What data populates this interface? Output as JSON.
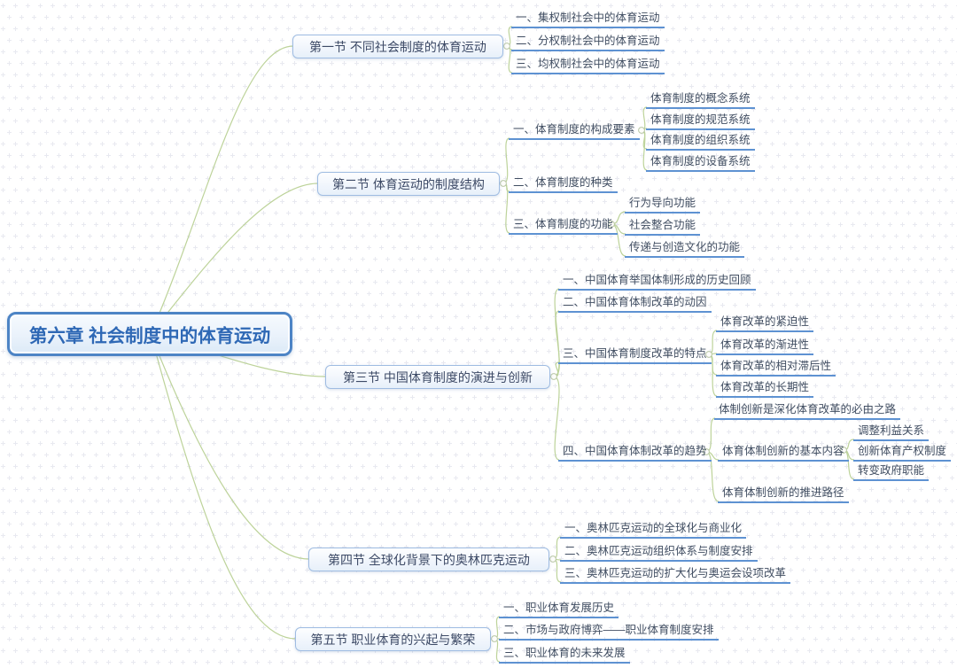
{
  "root": {
    "label": "第六章 社会制度中的体育运动"
  },
  "colors": {
    "root_border": "#4d84c5",
    "root_text": "#2e68b5",
    "section_border": "#9fbce2",
    "section_text": "#3d4a66",
    "branch_line": "#bdd39a",
    "topic_underline": "#5e92d2",
    "topic_text": "#414e62"
  },
  "sections": [
    {
      "label": "第一节 不同社会制度的体育运动",
      "children": [
        {
          "label": "一、集权制社会中的体育运动"
        },
        {
          "label": "二、分权制社会中的体育运动"
        },
        {
          "label": "三、均权制社会中的体育运动"
        }
      ]
    },
    {
      "label": "第二节 体育运动的制度结构",
      "children": [
        {
          "label": "一、体育制度的构成要素",
          "children": [
            {
              "label": "体育制度的概念系统"
            },
            {
              "label": "体育制度的规范系统"
            },
            {
              "label": "体育制度的组织系统"
            },
            {
              "label": "体育制度的设备系统"
            }
          ]
        },
        {
          "label": "二、体育制度的种类"
        },
        {
          "label": "三、体育制度的功能",
          "children": [
            {
              "label": "行为导向功能"
            },
            {
              "label": "社会整合功能"
            },
            {
              "label": "传递与创造文化的功能"
            }
          ]
        }
      ]
    },
    {
      "label": "第三节 中国体育制度的演进与创新",
      "children": [
        {
          "label": "一、中国体育举国体制形成的历史回顾"
        },
        {
          "label": "二、中国体育体制改革的动因"
        },
        {
          "label": "三、中国体育制度改革的特点",
          "children": [
            {
              "label": "体育改革的紧迫性"
            },
            {
              "label": "体育改革的渐进性"
            },
            {
              "label": "体育改革的相对滞后性"
            },
            {
              "label": "体育改革的长期性"
            }
          ]
        },
        {
          "label": "四、中国体育体制改革的趋势",
          "children": [
            {
              "label": "体制创新是深化体育改革的必由之路"
            },
            {
              "label": "体育体制创新的基本内容",
              "children": [
                {
                  "label": "调整利益关系"
                },
                {
                  "label": "创新体育产权制度"
                },
                {
                  "label": "转变政府职能"
                }
              ]
            },
            {
              "label": "体育体制创新的推进路径"
            }
          ]
        }
      ]
    },
    {
      "label": "第四节 全球化背景下的奥林匹克运动",
      "children": [
        {
          "label": "一、奥林匹克运动的全球化与商业化"
        },
        {
          "label": "二、奥林匹克运动组织体系与制度安排"
        },
        {
          "label": "三、奥林匹克运动的扩大化与奥运会设项改革"
        }
      ]
    },
    {
      "label": "第五节 职业体育的兴起与繁荣",
      "children": [
        {
          "label": "一、职业体育发展历史"
        },
        {
          "label": "二、市场与政府博弈——职业体育制度安排"
        },
        {
          "label": "三、职业体育的未来发展"
        }
      ]
    }
  ]
}
